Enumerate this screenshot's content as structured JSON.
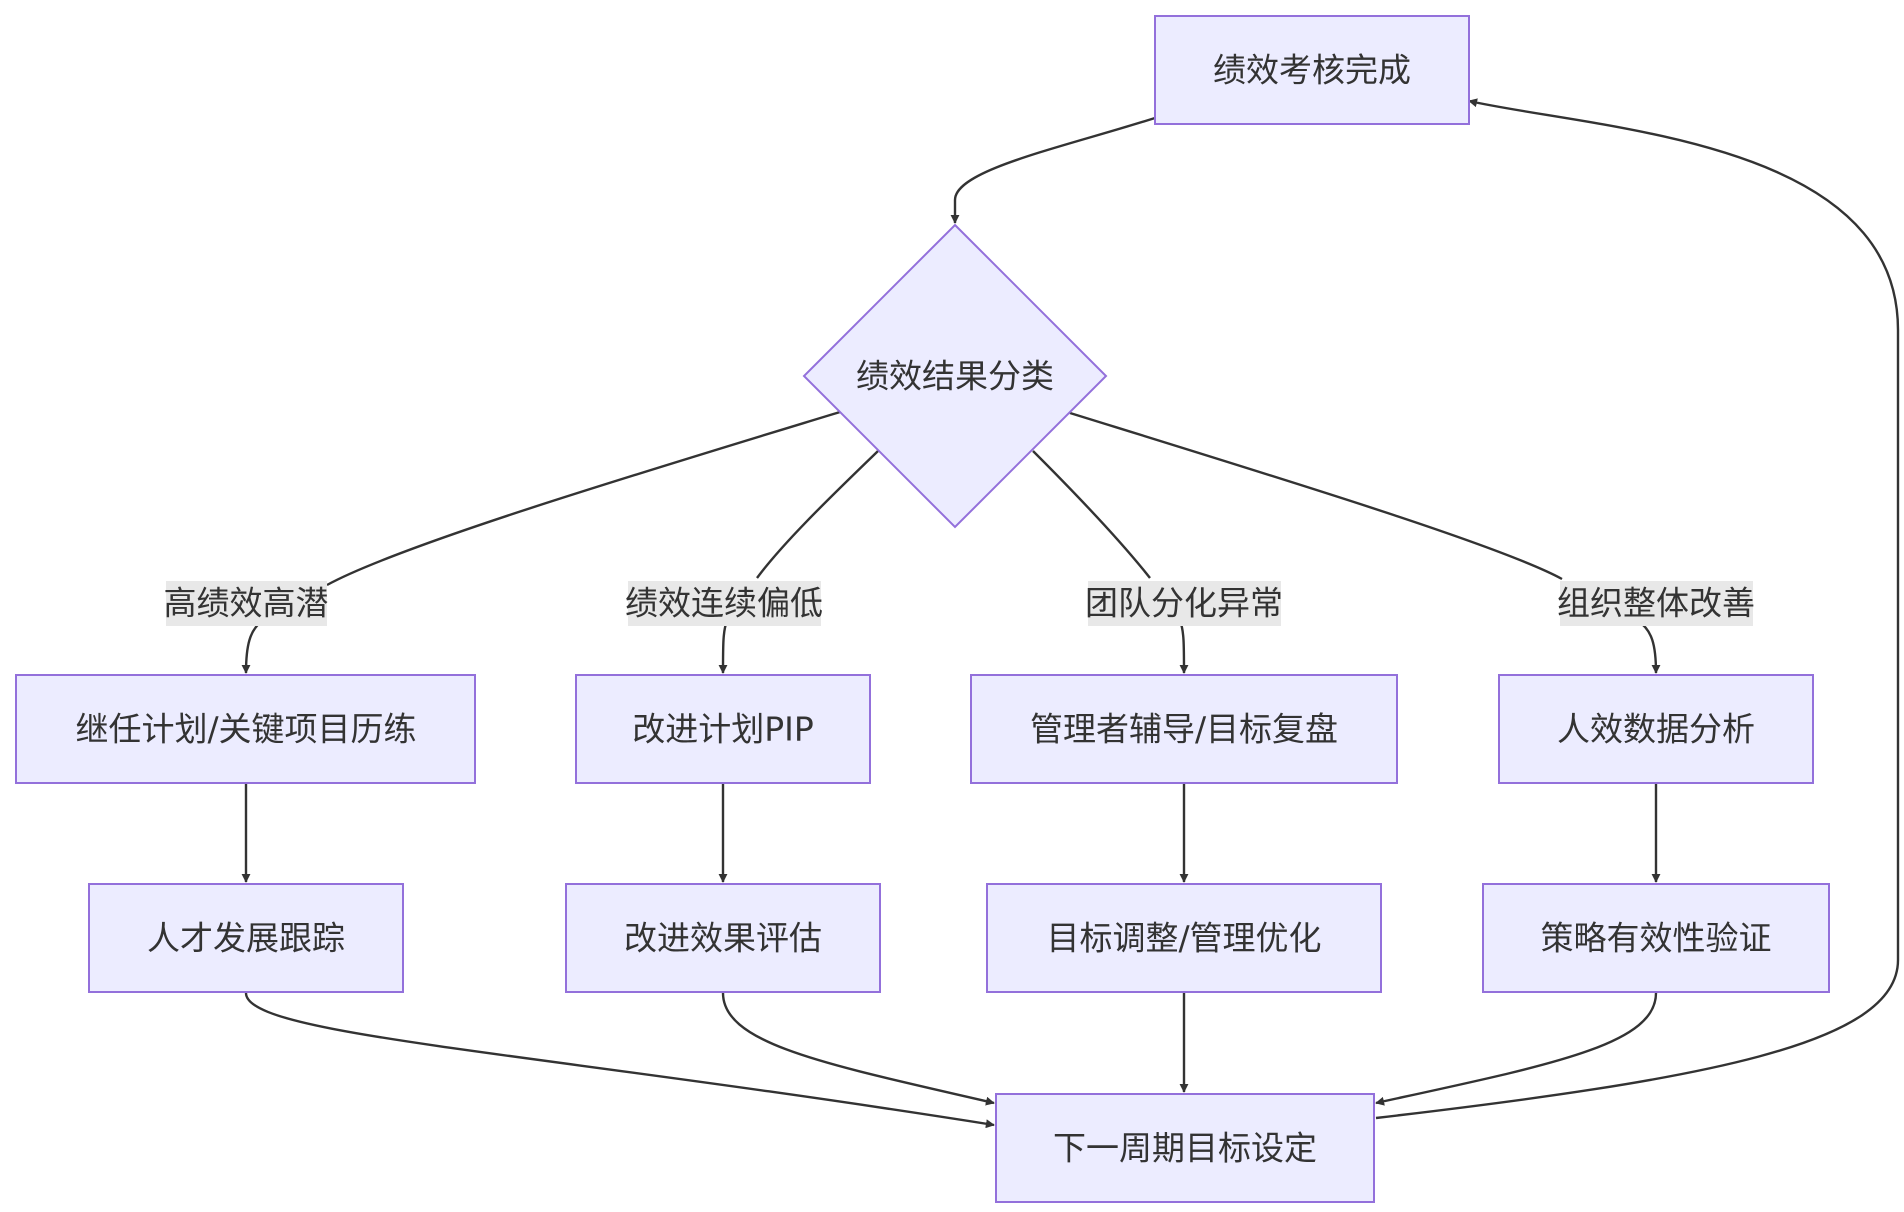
{
  "colors": {
    "node_fill": "#ECECFF",
    "node_stroke": "#9370DB",
    "edge": "#333333",
    "label_bg": "#E8E8E8",
    "text": "#333333"
  },
  "diagram": {
    "nodes": {
      "start": "绩效考核完成",
      "decision": "绩效结果分类",
      "high_1": "继任计划/关键项目历练",
      "high_2": "人才发展跟踪",
      "low_1": "改进计划PIP",
      "low_2": "改进效果评估",
      "team_1": "管理者辅导/目标复盘",
      "team_2": "目标调整/管理优化",
      "org_1": "人效数据分析",
      "org_2": "策略有效性验证",
      "next": "下一周期目标设定"
    },
    "edge_labels": {
      "high": "高绩效高潜",
      "low": "绩效连续偏低",
      "team": "团队分化异常",
      "org": "组织整体改善"
    }
  }
}
